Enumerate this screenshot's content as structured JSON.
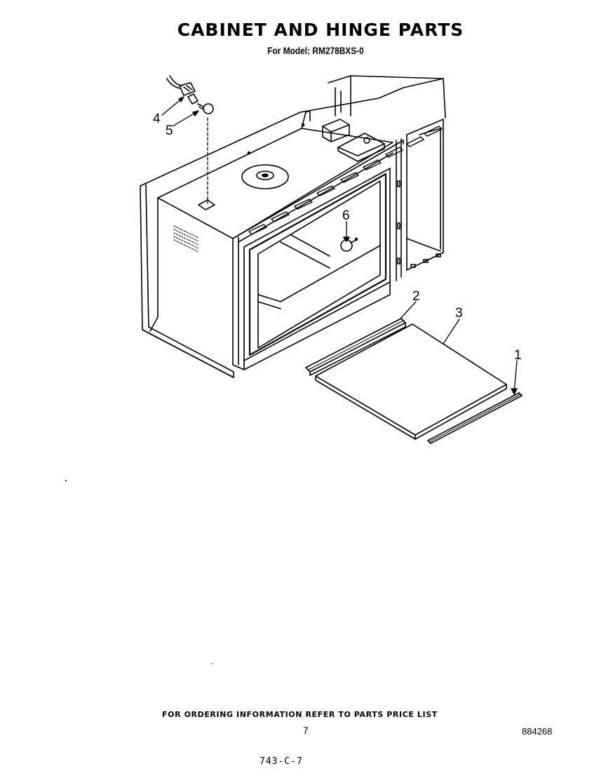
{
  "header": {
    "title": "CABINET AND HINGE PARTS",
    "model_line": "For Model: RM278BXS-0"
  },
  "callouts": {
    "c1": "1",
    "c2": "2",
    "c3": "3",
    "c4": "4",
    "c5": "5",
    "c6": "6"
  },
  "footer": {
    "ordering_note": "FOR ORDERING INFORMATION REFER TO PARTS PRICE LIST",
    "page_number": "7",
    "doc_number": "884268",
    "handwritten_code": "743-C-7"
  },
  "colors": {
    "ink": "#000000",
    "paper": "#ffffff"
  }
}
